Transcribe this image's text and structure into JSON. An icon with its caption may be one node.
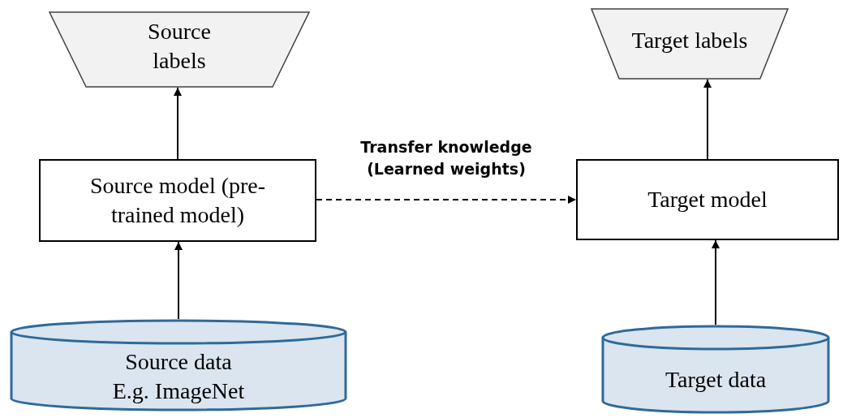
{
  "diagram": {
    "nodes": [
      {
        "text": [
          "Source labels"
        ]
      },
      {
        "text": [
          "Source model (pre-trained model)"
        ]
      },
      {
        "text": [
          "Source data",
          "E.g. ImageNet"
        ]
      },
      {
        "text": [
          "Target labels"
        ]
      },
      {
        "text": [
          "Target model"
        ]
      },
      {
        "text": [
          "Target data"
        ]
      }
    ],
    "edges": [
      {
        "from": 1,
        "to": 0,
        "arrow": "to"
      },
      {
        "from": 2,
        "to": 1,
        "arrow": "to"
      },
      {
        "from": 1,
        "to": 4,
        "arrow": "to",
        "style": "dashed",
        "label": "Transfer knowledge (Learned weights)"
      },
      {
        "from": 4,
        "to": 3,
        "arrow": "to"
      },
      {
        "from": 5,
        "to": 4,
        "arrow": "to"
      }
    ]
  }
}
